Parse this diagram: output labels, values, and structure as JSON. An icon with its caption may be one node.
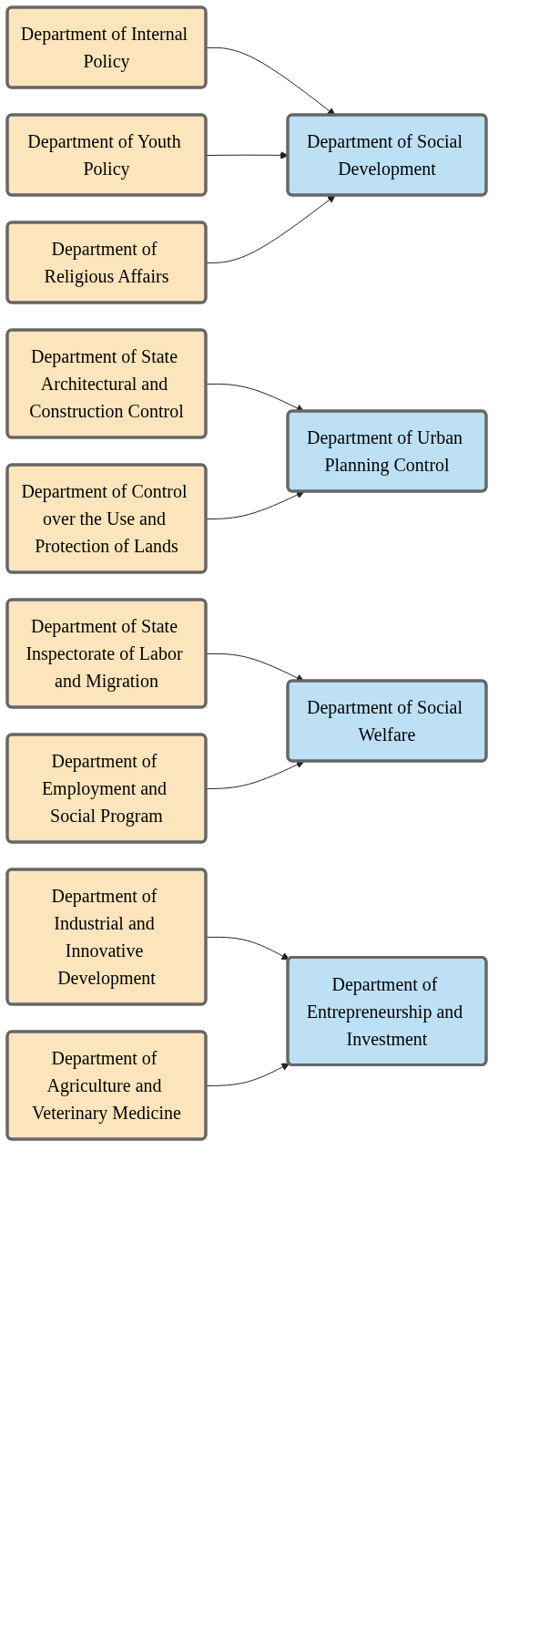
{
  "diagram": {
    "nodes": [
      {
        "text": [
          "Department of Internal Policy"
        ]
      },
      {
        "text": [
          "Department of Youth Policy"
        ]
      },
      {
        "text": [
          "Department of Religious Affairs"
        ]
      },
      {
        "text": [
          "Department of Social Development"
        ]
      },
      {
        "text": [
          "Department of State Architectural and Construction Control"
        ]
      },
      {
        "text": [
          "Department of Control over the Use and Protection of Lands"
        ]
      },
      {
        "text": [
          "Department of Urban Planning Control"
        ]
      },
      {
        "text": [
          "Department of State Inspectorate of Labor and Migration"
        ]
      },
      {
        "text": [
          "Department of Employment and Social Program"
        ]
      },
      {
        "text": [
          "Department of Social Welfare"
        ]
      },
      {
        "text": [
          "Department of Industrial and Innovative Development"
        ]
      },
      {
        "text": [
          "Department of Agriculture and Veterinary Medicine"
        ]
      },
      {
        "text": [
          "Department of Entrepreneurship and Investment"
        ]
      }
    ],
    "edges": [
      {
        "from": 0,
        "to": 3,
        "arrow": "to"
      },
      {
        "from": 1,
        "to": 3,
        "arrow": "to"
      },
      {
        "from": 2,
        "to": 3,
        "arrow": "to"
      },
      {
        "from": 4,
        "to": 6,
        "arrow": "to"
      },
      {
        "from": 5,
        "to": 6,
        "arrow": "to"
      },
      {
        "from": 7,
        "to": 9,
        "arrow": "to"
      },
      {
        "from": 8,
        "to": 9,
        "arrow": "to"
      },
      {
        "from": 10,
        "to": 12,
        "arrow": "to"
      },
      {
        "from": 11,
        "to": 12,
        "arrow": "to"
      }
    ]
  }
}
